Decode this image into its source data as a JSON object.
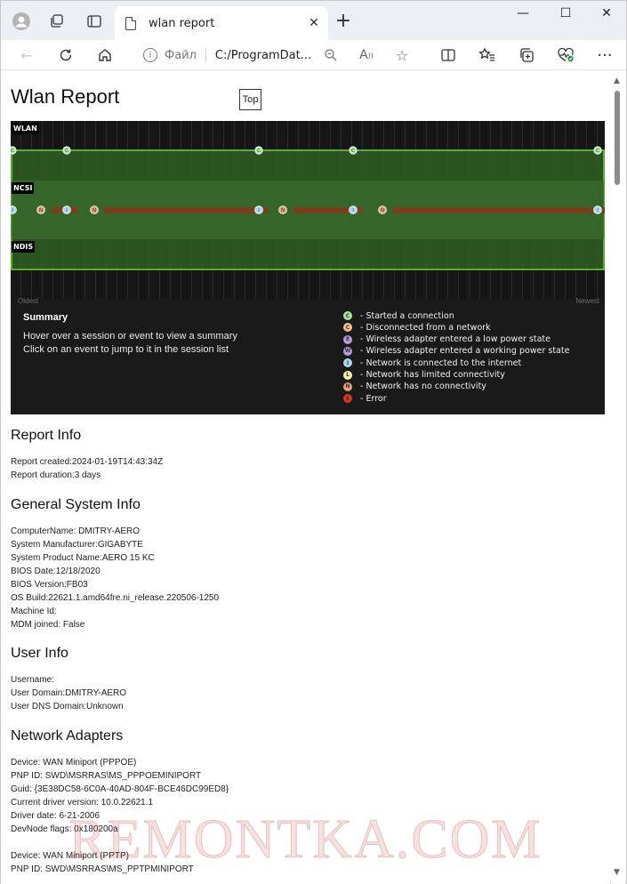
{
  "browser": {
    "tab_title": "wlan report",
    "url_scheme": "Файл",
    "url_path": "C:/ProgramDat..."
  },
  "page": {
    "title": "Wlan Report",
    "top_button": "Top"
  },
  "chart": {
    "lanes": [
      "WLAN",
      "NCSI",
      "NDIS"
    ],
    "oldest_label": "Oldest",
    "newest_label": "Newest",
    "summary_title": "Summary",
    "summary_lines": [
      "Hover over a session or event to view a summary",
      "Click on an event to jump to it in the session list"
    ],
    "legend": [
      {
        "letter": "C",
        "color": "#a8e6a0",
        "text": "- Started a connection"
      },
      {
        "letter": "C",
        "color": "#f2c08a",
        "text": "- Disconnected from a network"
      },
      {
        "letter": "E",
        "color": "#b79ad8",
        "text": "- Wireless adapter entered a low power state"
      },
      {
        "letter": "W",
        "color": "#b79ad8",
        "text": "- Wireless adapter entered a working power state"
      },
      {
        "letter": "I",
        "color": "#a7d9f2",
        "text": "- Network is connected to the internet"
      },
      {
        "letter": "L",
        "color": "#f4f0a8",
        "text": "- Network has limited connectivity"
      },
      {
        "letter": "N",
        "color": "#e8a07a",
        "text": "- Network has no connectivity"
      },
      {
        "letter": "X",
        "color": "#e0341c",
        "text": "- Error"
      }
    ],
    "wlan_events": [
      "C",
      "C",
      "C",
      "C",
      "C"
    ],
    "ncsi_events": [
      "I",
      "N",
      "I",
      "N",
      "I",
      "N",
      "I",
      "N",
      "I"
    ]
  },
  "report_info": {
    "heading": "Report Info",
    "lines": [
      "Report created:2024-01-19T14:43:34Z",
      "Report duration:3 days"
    ]
  },
  "system_info": {
    "heading": "General System Info",
    "lines": [
      "ComputerName: DMITRY-AERO",
      "System Manufacturer:GIGABYTE",
      "System Product Name:AERO 15 KC",
      "BIOS Date:12/18/2020",
      "BIOS Version:FB03",
      "OS Build:22621.1.amd64fre.ni_release.220506-1250",
      "Machine Id:",
      "MDM joined: False"
    ]
  },
  "user_info": {
    "heading": "User Info",
    "lines": [
      "Username:",
      "User Domain:DMITRY-AERO",
      "User DNS Domain:Unknown"
    ]
  },
  "network_adapters": {
    "heading": "Network Adapters",
    "lines": [
      "Device: WAN Miniport (PPPOE)",
      "PNP ID: SWD\\MSRRAS\\MS_PPPOEMINIPORT",
      "Guid: {3E38DC58-6C0A-40AD-804F-BCE46DC99ED8}",
      "Current driver version: 10.0.22621.1",
      "Driver date: 6-21-2006",
      "DevNode flags: 0x180200a",
      "",
      "Device: WAN Miniport (PPTP)",
      "PNP ID: SWD\\MSRRAS\\MS_PPTPMINIPORT"
    ]
  },
  "watermark": "REMONTKA.COM"
}
